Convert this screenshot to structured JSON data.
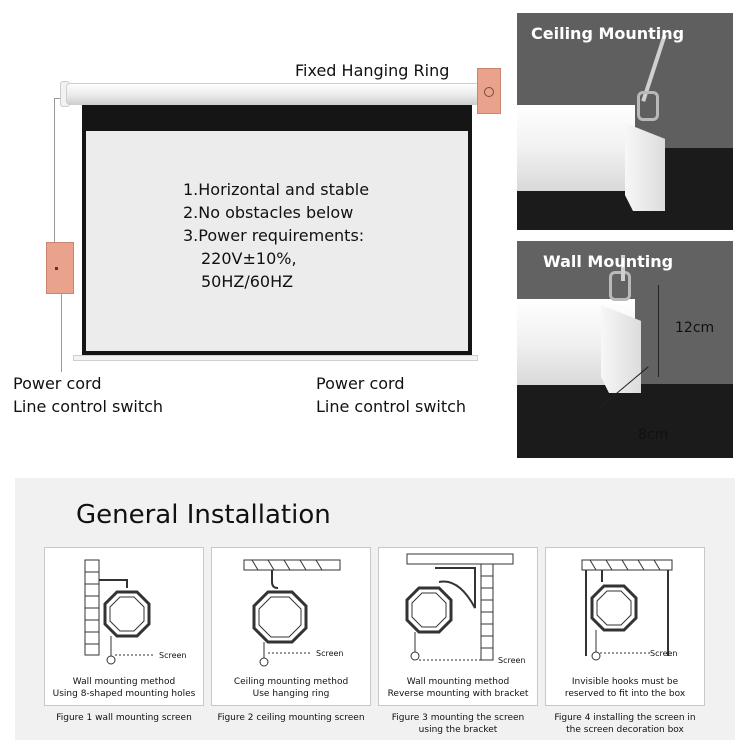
{
  "screen_panel": {
    "requirements": [
      "1.Horizontal and stable",
      "2.No obstacles below",
      "3.Power requirements:"
    ],
    "power_values": [
      "220V±10%,",
      "50HZ/60HZ"
    ],
    "ring_label": "Fixed Hanging Ring",
    "left_cord_label": "Power cord",
    "left_switch_label": "Line control switch",
    "right_cord_label": "Power cord",
    "right_switch_label": "Line control switch"
  },
  "photos": {
    "ceiling_title": "Ceiling Mounting",
    "wall_title": "Wall Mounting",
    "height_dim": "12cm",
    "depth_dim": "8cm"
  },
  "installation": {
    "title": "General Installation",
    "screen_tag": "Screen",
    "figures": [
      {
        "desc_1": "Wall mounting method",
        "desc_2": "Using 8-shaped mounting holes",
        "caption_1": "Figure 1 wall mounting screen",
        "caption_2": ""
      },
      {
        "desc_1": "Ceiling mounting method",
        "desc_2": "Use hanging ring",
        "caption_1": "Figure 2 ceiling mounting screen",
        "caption_2": ""
      },
      {
        "desc_1": "Wall mounting method",
        "desc_2": "Reverse mounting with bracket",
        "caption_1": "Figure 3 mounting the screen",
        "caption_2": "using the bracket"
      },
      {
        "desc_1": "Invisible hooks must be",
        "desc_2": "reserved to fit into the box",
        "caption_1": "Figure 4 installing the screen in",
        "caption_2": "the screen decoration box"
      }
    ]
  }
}
